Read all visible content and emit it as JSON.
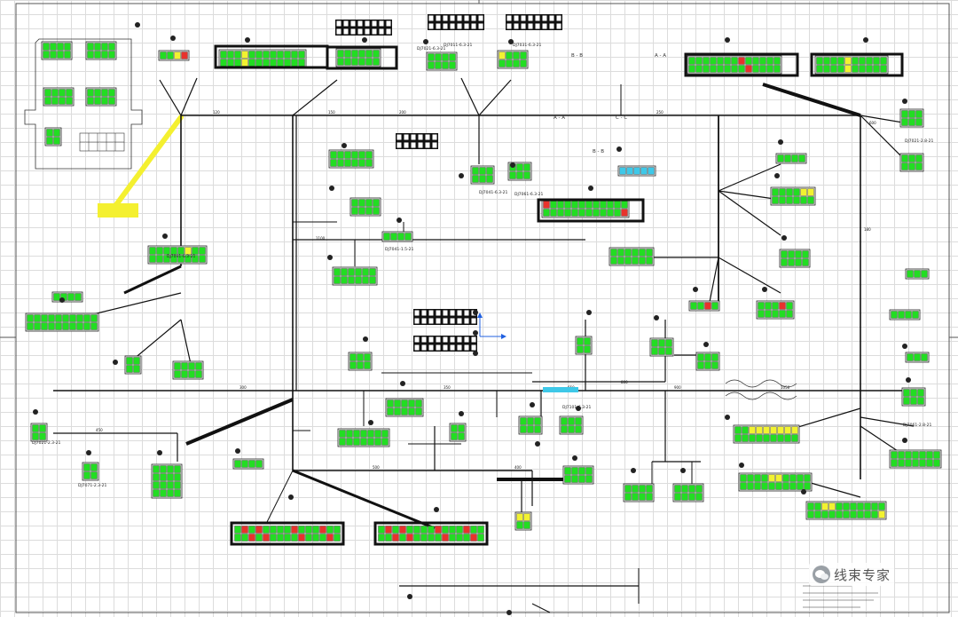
{
  "watermark": {
    "text": "线束专家",
    "icon": "wechat-icon"
  },
  "colors": {
    "wire": "#111111",
    "pin": "#22dd22",
    "pin_yellow": "#f2f230",
    "pin_red": "#e8322c",
    "pin_cyan": "#3ec8e8",
    "highlight": "#f4f030",
    "axis": "#2060e0"
  },
  "labels": [
    {
      "name": "lbl-b-b",
      "text": "B - B"
    },
    {
      "name": "lbl-a-a",
      "text": "A - A"
    },
    {
      "name": "lbl-a-a-main",
      "text": "A - A"
    },
    {
      "name": "lbl-c-c",
      "text": "C - C"
    },
    {
      "name": "lbl-b-b-2",
      "text": "B - B"
    }
  ],
  "connector_tags": [
    "DJ7021-6.3-21",
    "DJ7011-6.3-21",
    "DJ7031-6.3-21",
    "DJ7041-6.3-21",
    "DJ7061-6.3-21",
    "DJ7091-6.3-21",
    "DJ7041-1.5-21",
    "DJ7021-2.3-21",
    "DJ7071-2.3-21",
    "DJ7101-6.3-21",
    "DJ7021-2.8-21",
    "DJ7061-2.8-21"
  ],
  "wire_dims": [
    "120",
    "150",
    "180",
    "200",
    "250",
    "300",
    "350",
    "400",
    "450",
    "500",
    "600",
    "650",
    "800",
    "900",
    "1050",
    "1100"
  ]
}
